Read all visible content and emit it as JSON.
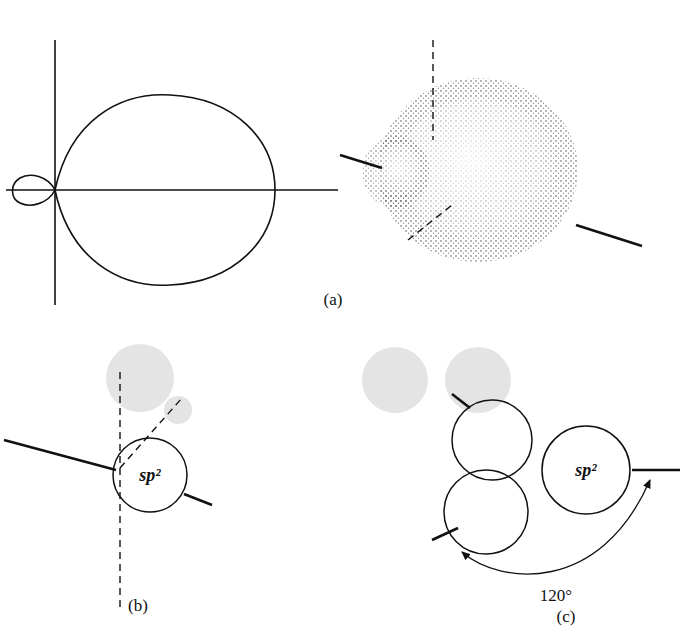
{
  "diagram": {
    "nodes": [
      {
        "text": [
          "sp²"
        ]
      },
      {
        "text": [
          "sp²"
        ]
      }
    ],
    "labels": [
      "(a)",
      "(b)",
      "(c)",
      "120°"
    ]
  }
}
